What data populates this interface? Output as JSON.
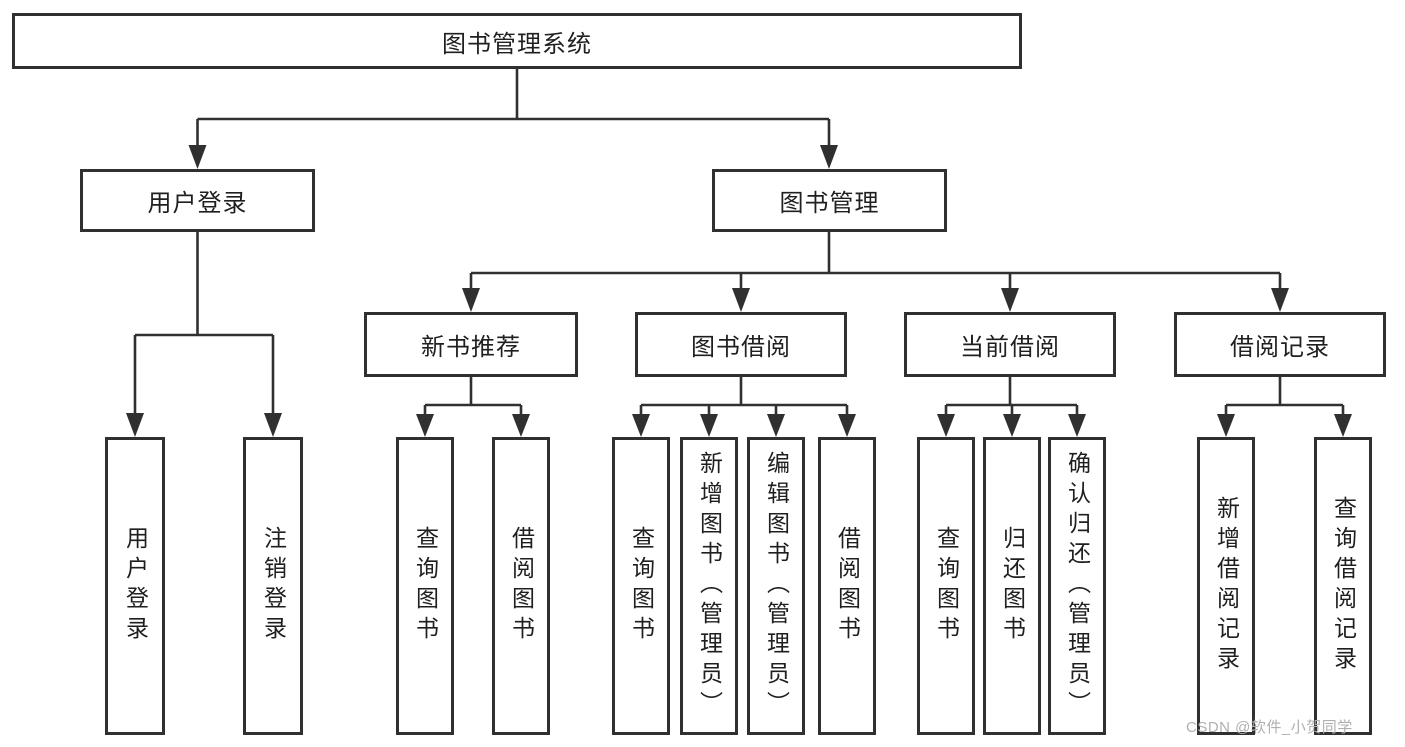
{
  "diagram": {
    "type": "hierarchy-tree",
    "title": "图书管理系统"
  },
  "nodes": {
    "root": {
      "label": "图书管理系统"
    },
    "user_login": {
      "label": "用户登录"
    },
    "book_management": {
      "label": "图书管理"
    },
    "new_book_recommend": {
      "label": "新书推荐"
    },
    "book_borrowing": {
      "label": "图书借阅"
    },
    "current_borrowing": {
      "label": "当前借阅"
    },
    "borrowing_records": {
      "label": "借阅记录"
    },
    "leaf_user_login": {
      "label": "用户登录"
    },
    "leaf_logout": {
      "label": "注销登录"
    },
    "leaf_rec_query_books": {
      "label": "查询图书"
    },
    "leaf_rec_borrow_books": {
      "label": "借阅图书"
    },
    "leaf_bb_query_books": {
      "label": "查询图书"
    },
    "leaf_bb_add_books": {
      "label": "新增图书（管理员）"
    },
    "leaf_bb_edit_books": {
      "label": "编辑图书（管理员）"
    },
    "leaf_bb_borrow_books": {
      "label": "借阅图书"
    },
    "leaf_cb_query_books": {
      "label": "查询图书"
    },
    "leaf_cb_return_books": {
      "label": "归还图书"
    },
    "leaf_cb_confirm_return": {
      "label": "确认归还（管理员）"
    },
    "leaf_br_add_record": {
      "label": "新增借阅记录"
    },
    "leaf_br_query_record": {
      "label": "查询借阅记录"
    }
  },
  "watermark": "CSDN @软件_小贺同学",
  "colors": {
    "line": "#303030",
    "text": "#1f1f1f",
    "background": "#ffffff",
    "watermark": "#b0b0b0"
  }
}
